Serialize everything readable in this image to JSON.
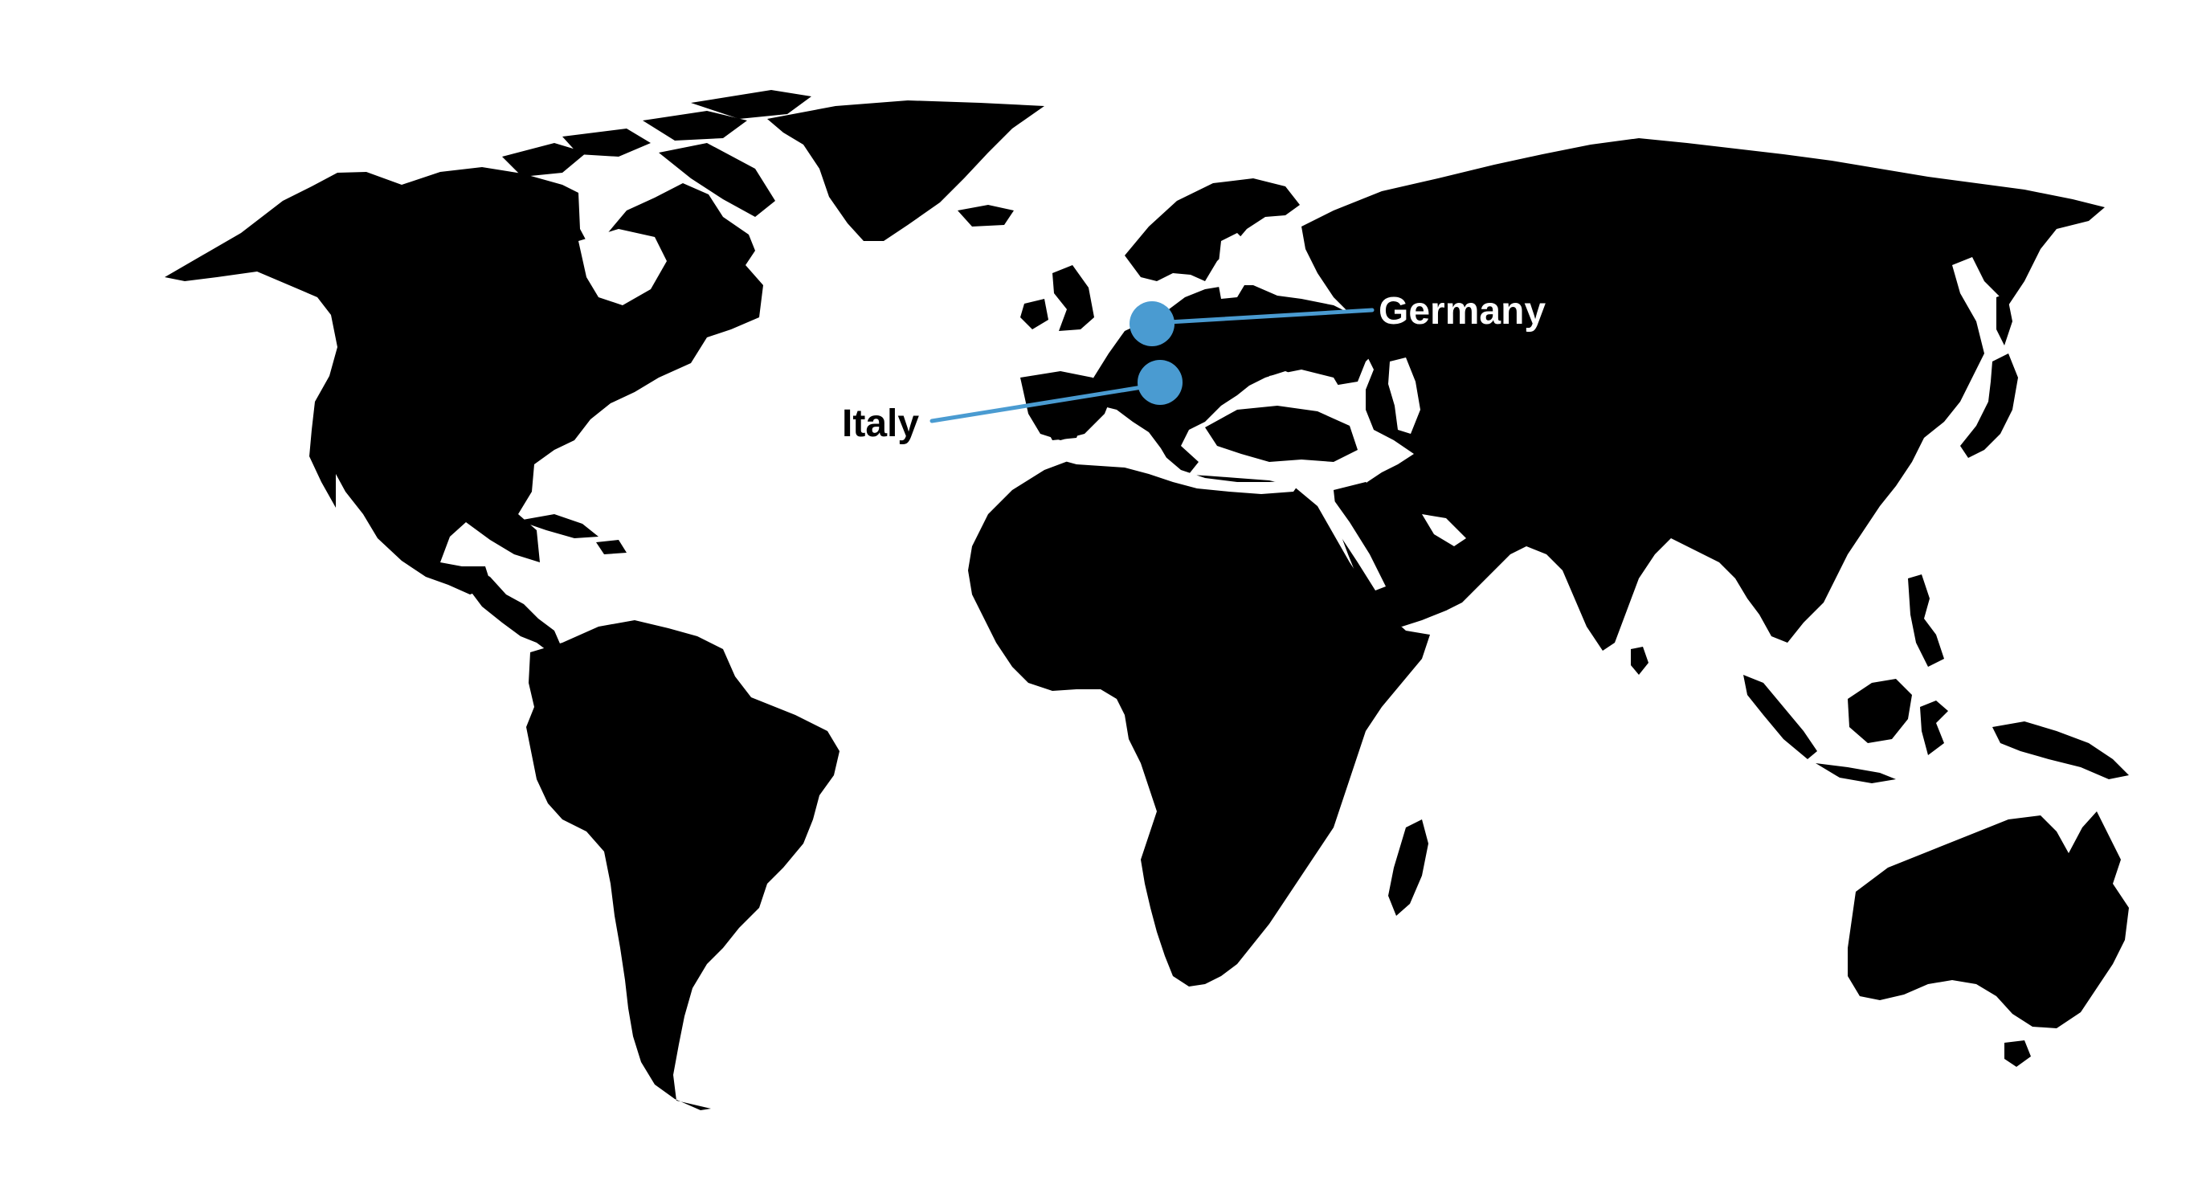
{
  "map": {
    "land_color": "#000000",
    "background_color": "#ffffff",
    "accent_color": "#4a9bd1"
  },
  "markers": [
    {
      "id": "germany",
      "label": "Germany"
    },
    {
      "id": "italy",
      "label": "Italy"
    }
  ]
}
